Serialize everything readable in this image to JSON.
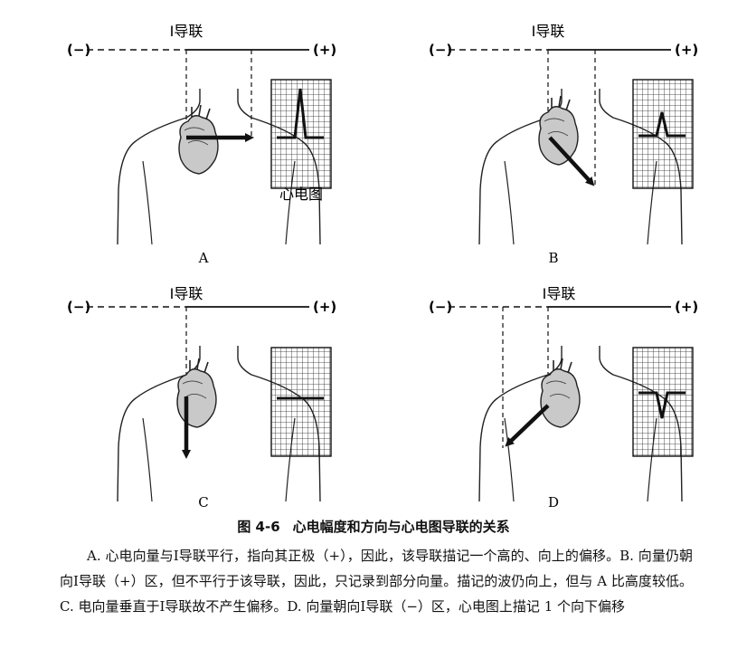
{
  "figure": {
    "panels": [
      {
        "id": "A",
        "letter": "A",
        "lead_label": "Ⅰ导联",
        "minus": "(−)",
        "plus": "(+)",
        "ecg_label": "心电图"
      },
      {
        "id": "B",
        "letter": "B",
        "lead_label": "Ⅰ导联",
        "minus": "(−)",
        "plus": "(+)"
      },
      {
        "id": "C",
        "letter": "C",
        "lead_label": "Ⅰ导联",
        "minus": "(−)",
        "plus": "(+)"
      },
      {
        "id": "D",
        "letter": "D",
        "lead_label": "Ⅰ导联",
        "minus": "(−)",
        "plus": "(+)"
      }
    ],
    "caption_number": "图 4-6",
    "caption_title": "心电幅度和方向与心电图导联的关系",
    "description": "A. 心电向量与Ⅰ导联平行，指向其正极（+），因此，该导联描记一个高的、向上的偏移。B. 向量仍朝向Ⅰ导联（+）区，但不平行于该导联，因此，只记录到部分向量。描记的波仍向上，但与 A 比高度较低。C. 电向量垂直于Ⅰ导联故不产生偏移。D. 向量朝向Ⅰ导联（−）区，心电图上描记 1 个向下偏移"
  }
}
